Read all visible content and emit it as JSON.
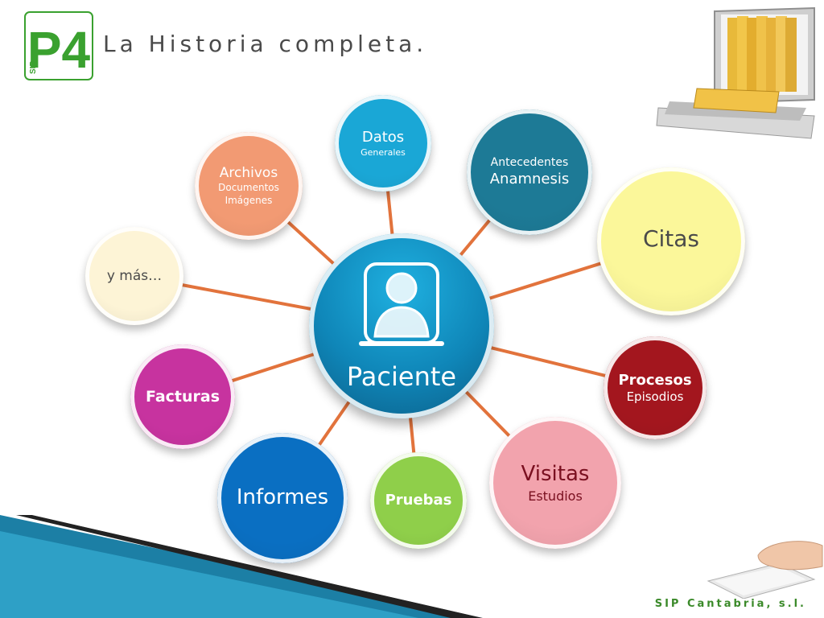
{
  "header": {
    "logo_text": "P4",
    "logo_subtext": "SIP",
    "title": "La Historia completa."
  },
  "footer": {
    "company": "SIP Cantabria, s.l."
  },
  "diagram": {
    "center": {
      "label": "Paciente"
    },
    "nodes": [
      {
        "id": "datos",
        "title": "Datos",
        "subtitle": "Generales",
        "color": "#1aa7d6"
      },
      {
        "id": "antecedentes",
        "title": "Antecedentes",
        "subtitle": "Anamnesis",
        "color": "#1d7a96"
      },
      {
        "id": "citas",
        "title": "Citas",
        "subtitle": "",
        "color": "#fbf79a"
      },
      {
        "id": "procesos",
        "title": "Procesos",
        "subtitle": "Episodios",
        "color": "#a3161e"
      },
      {
        "id": "visitas",
        "title": "Visitas",
        "subtitle": "Estudios",
        "color": "#f2a3ad"
      },
      {
        "id": "pruebas",
        "title": "Pruebas",
        "subtitle": "",
        "color": "#8fcf4a"
      },
      {
        "id": "informes",
        "title": "Informes",
        "subtitle": "",
        "color": "#0a6fc2"
      },
      {
        "id": "facturas",
        "title": "Facturas",
        "subtitle": "",
        "color": "#c7339f"
      },
      {
        "id": "ymas",
        "title": "y más…",
        "subtitle": "",
        "color": "#fdf4d6"
      },
      {
        "id": "archivos",
        "title": "Archivos",
        "subtitle": "Documentos",
        "subtitle2": "Imágenes",
        "color": "#f29a73"
      }
    ],
    "connector_color": "#e2733c"
  }
}
